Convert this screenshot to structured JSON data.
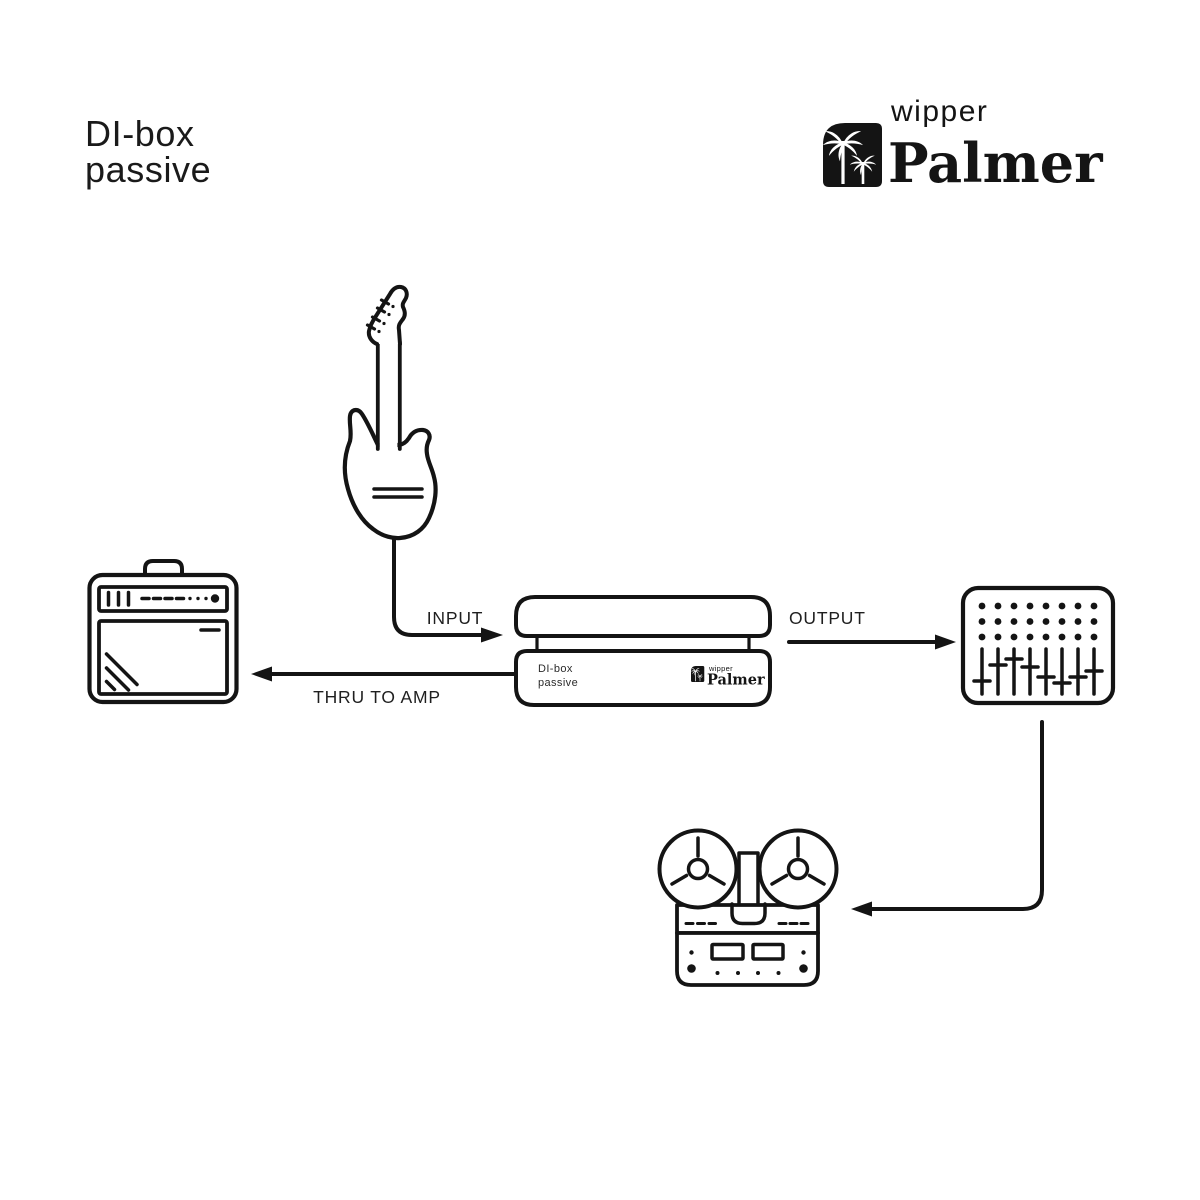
{
  "colors": {
    "background": "#ffffff",
    "line": "#141414",
    "accent": "#c35d29",
    "text": "#1a1a1a"
  },
  "header": {
    "title_line1": "DI-box",
    "title_line2": "passive"
  },
  "brand": {
    "sub": "wipper",
    "name": "Palmer",
    "icon": "palm-trees-icon"
  },
  "device": {
    "label_line1": "DI-box",
    "label_line2": "passive",
    "brand_sub": "wipper",
    "brand_name": "Palmer",
    "icon": "palm-trees-icon"
  },
  "diagram": {
    "nodes": [
      {
        "id": "guitar",
        "icon": "electric-guitar-icon"
      },
      {
        "id": "amplifier",
        "icon": "guitar-amp-icon"
      },
      {
        "id": "di-box",
        "icon": "di-box-device"
      },
      {
        "id": "mixer",
        "icon": "mixing-console-icon"
      },
      {
        "id": "tape-recorder",
        "icon": "reel-to-reel-recorder-icon"
      }
    ],
    "connections": [
      {
        "from": "guitar",
        "to": "di-box",
        "label": "INPUT"
      },
      {
        "from": "di-box",
        "to": "mixer",
        "label": "OUTPUT"
      },
      {
        "from": "di-box",
        "to": "amplifier",
        "label": "THRU TO AMP"
      },
      {
        "from": "mixer",
        "to": "tape-recorder",
        "label": ""
      }
    ]
  }
}
